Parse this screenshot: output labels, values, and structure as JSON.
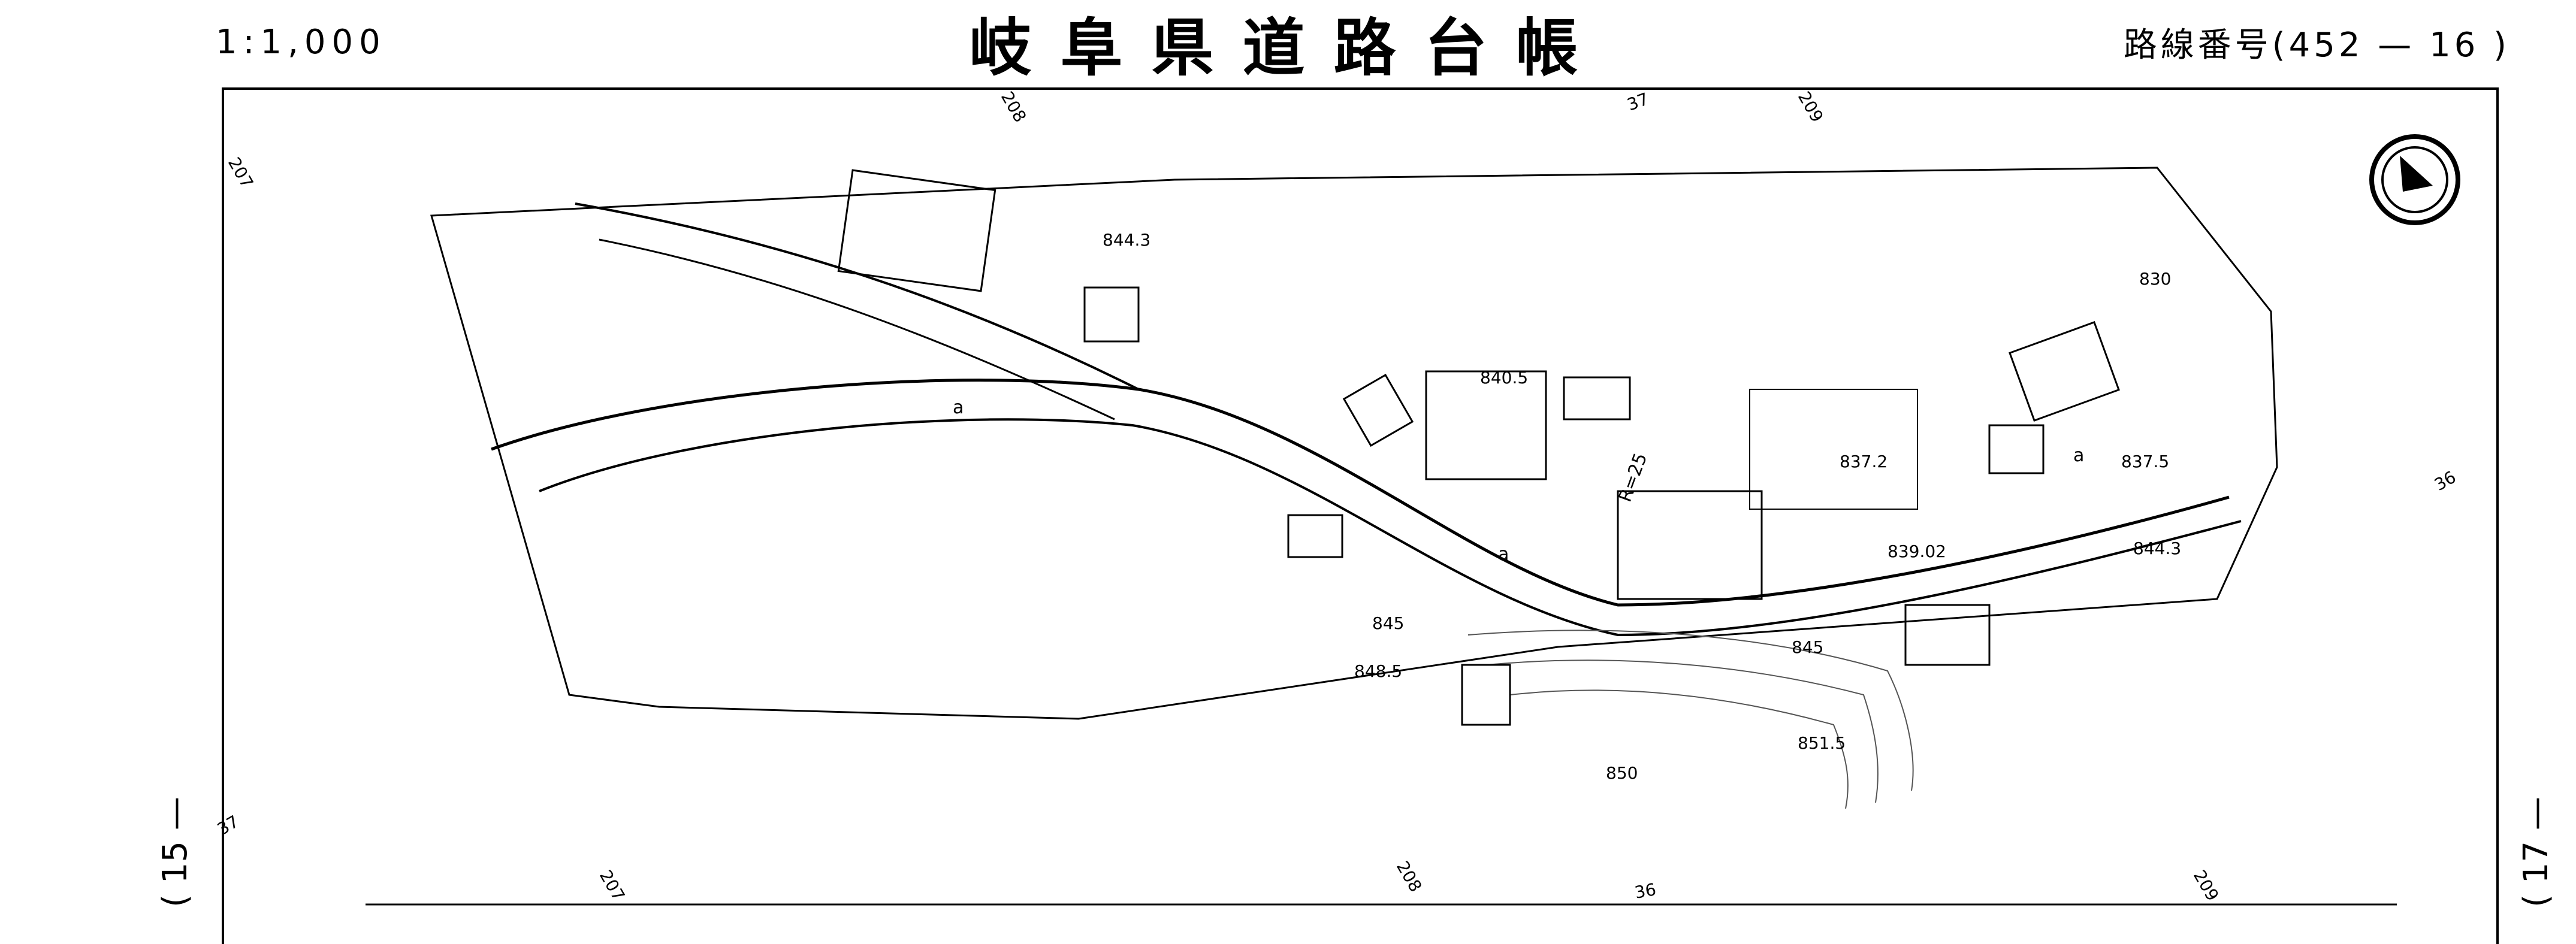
{
  "header": {
    "scale": "1:1,000",
    "title": "岐阜県道路台帳",
    "route_number": "路線番号(452 — 16 )"
  },
  "side_labels": {
    "left": "( 15 —",
    "right": "( 17 —"
  },
  "map": {
    "compass_icon": "north-arrow-icon",
    "elevations": [
      "844.3",
      "840.5",
      "837.2",
      "837.5",
      "839.02",
      "844.3",
      "848.5",
      "851.5"
    ],
    "contours": [
      "845",
      "845",
      "850",
      "830"
    ],
    "sheet_refs": [
      "207",
      "208",
      "37",
      "209",
      "36",
      "37",
      "207",
      "208",
      "36",
      "209"
    ],
    "road_markers": [
      "a",
      "a",
      "a",
      "R=25"
    ]
  }
}
